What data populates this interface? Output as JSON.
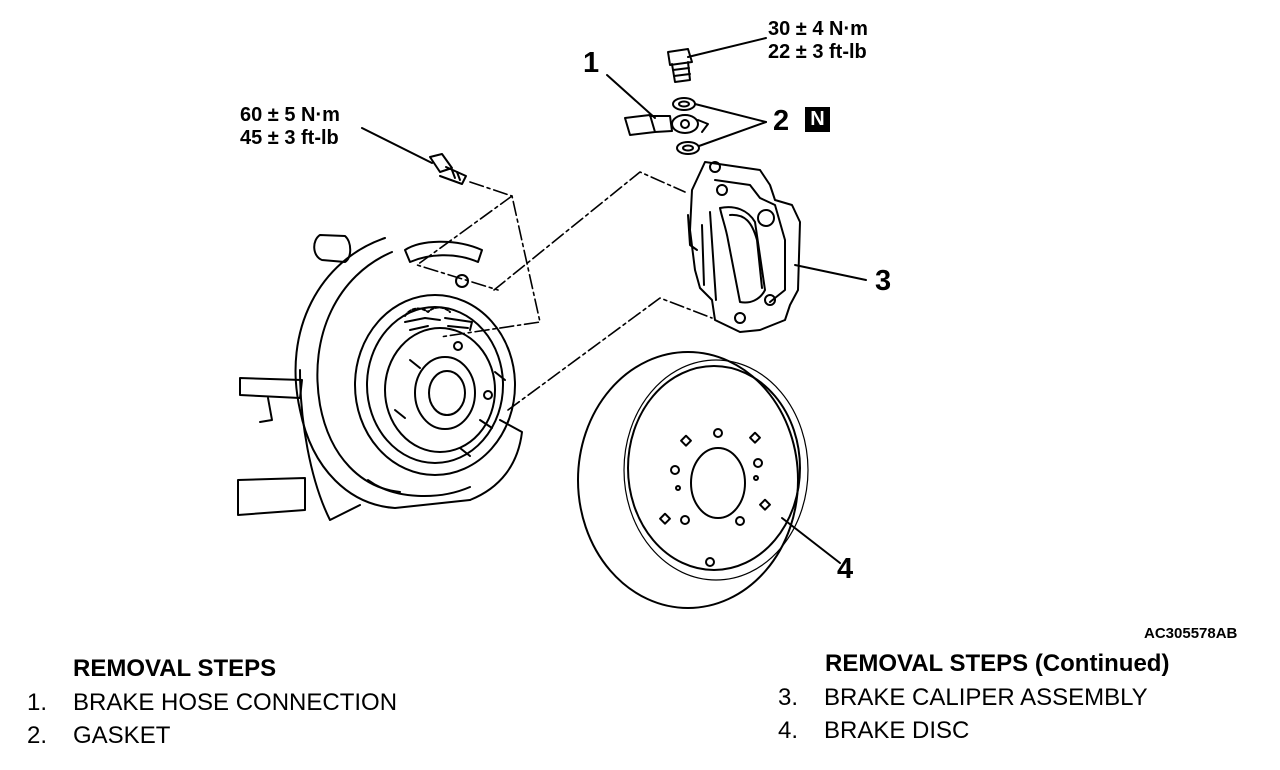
{
  "torque_specs": {
    "bolt_upper": {
      "metric": "30 ± 4 N·m",
      "imperial": "22 ± 3 ft-lb"
    },
    "bolt_left": {
      "metric": "60 ± 5 N·m",
      "imperial": "45 ± 3 ft-lb"
    }
  },
  "callouts": [
    "1",
    "2",
    "3",
    "4"
  ],
  "new_part_mark": "N",
  "figure_ref": "AC305578AB",
  "removal_steps": {
    "title": "REMOVAL STEPS",
    "items": [
      {
        "num": "1.",
        "label": "BRAKE HOSE CONNECTION"
      },
      {
        "num": "2.",
        "label": "GASKET"
      }
    ]
  },
  "removal_steps_continued": {
    "title": "REMOVAL STEPS (Continued)",
    "items": [
      {
        "num": "3.",
        "label": "BRAKE CALIPER ASSEMBLY"
      },
      {
        "num": "4.",
        "label": "BRAKE DISC"
      }
    ]
  }
}
